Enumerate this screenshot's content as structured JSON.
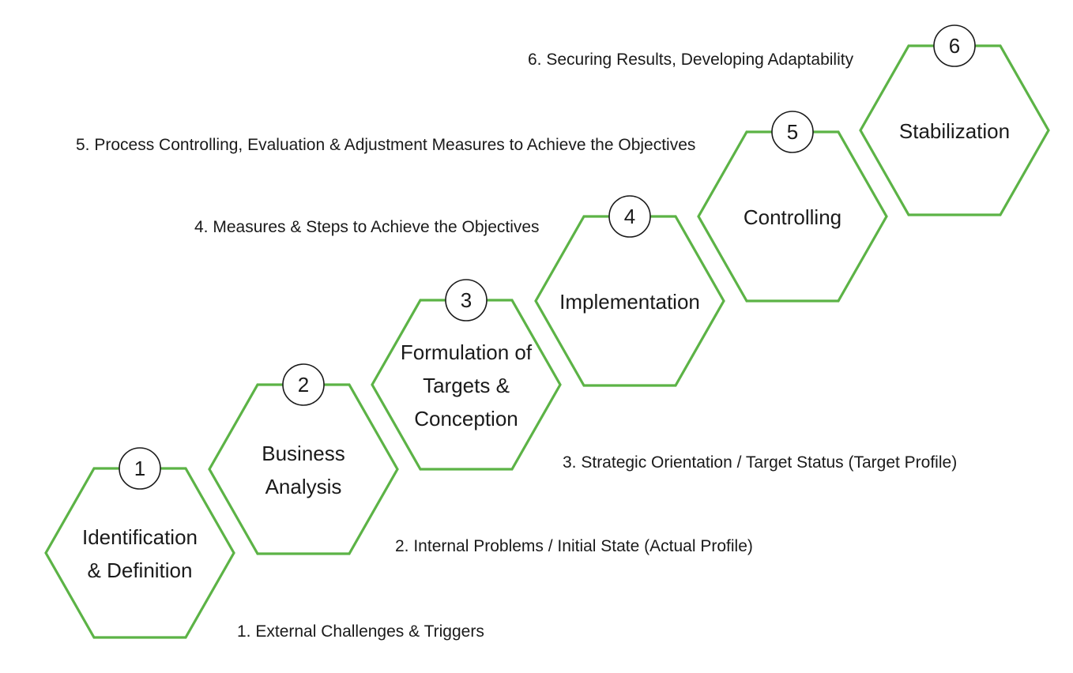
{
  "colors": {
    "hex_stroke": "#5cb346",
    "text": "#1a1a1a",
    "background": "#ffffff"
  },
  "steps": [
    {
      "number": "1",
      "label_lines": [
        "Identification",
        "& Definition"
      ],
      "description": "1. External Challenges & Triggers"
    },
    {
      "number": "2",
      "label_lines": [
        "Business",
        "Analysis"
      ],
      "description": "2. Internal Problems / Initial State (Actual Profile)"
    },
    {
      "number": "3",
      "label_lines": [
        "Formulation of",
        "Targets &",
        "Conception"
      ],
      "description": "3. Strategic Orientation / Target Status (Target Profile)"
    },
    {
      "number": "4",
      "label_lines": [
        "Implementation"
      ],
      "description": "4. Measures & Steps to Achieve the Objectives"
    },
    {
      "number": "5",
      "label_lines": [
        "Controlling"
      ],
      "description": "5. Process Controlling, Evaluation & Adjustment Measures to Achieve the Objectives"
    },
    {
      "number": "6",
      "label_lines": [
        "Stabilization"
      ],
      "description": "6. Securing Results, Developing Adaptability"
    }
  ]
}
